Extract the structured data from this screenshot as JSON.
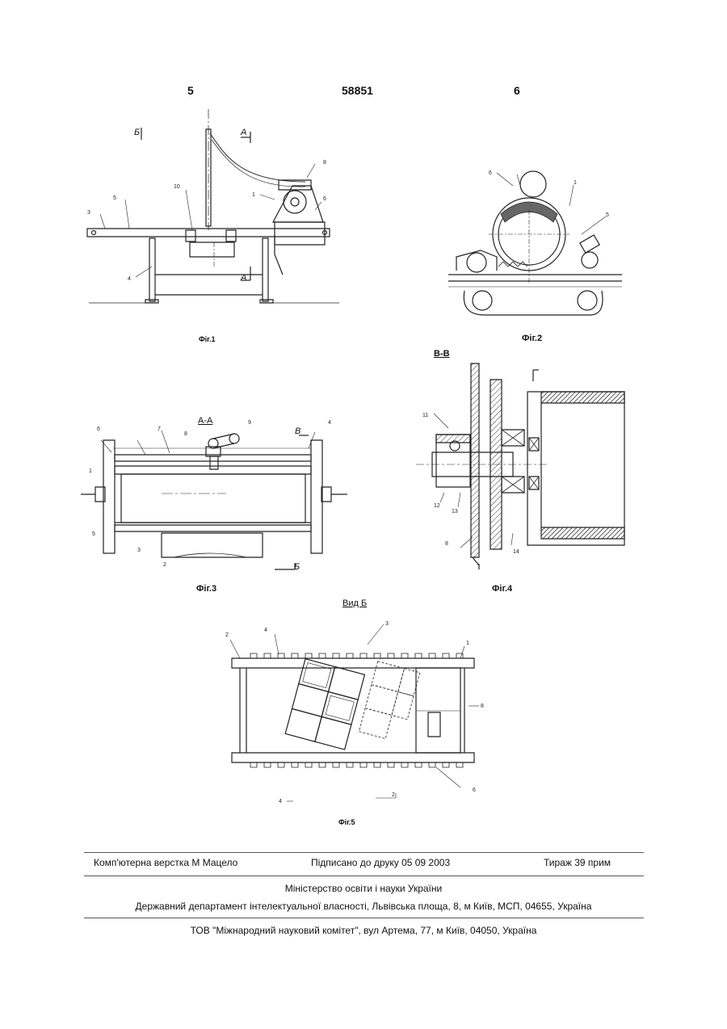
{
  "header": {
    "left_page": "5",
    "patent_number": "58851",
    "right_page": "6"
  },
  "figures": {
    "fig1": {
      "caption": "Фіг.1",
      "view_b_mark": "Б",
      "section_a_top": "А",
      "section_a_bottom": "А",
      "part_labels": [
        "8",
        "10",
        "1",
        "6",
        "5",
        "3",
        "4"
      ]
    },
    "fig2": {
      "caption": "Фіг.2",
      "part_labels": [
        "6",
        "1",
        "5"
      ]
    },
    "fig3": {
      "caption": "Фіг.3",
      "section_title": "А-А",
      "section_mark": "В",
      "view_mark": "Б",
      "part_labels": [
        "6",
        "7",
        "8",
        "9",
        "4",
        "1",
        "5",
        "3",
        "2"
      ]
    },
    "fig4": {
      "caption": "Фіг.4",
      "section_title": "В-В",
      "part_labels": [
        "11",
        "12",
        "13",
        "8",
        "14"
      ]
    },
    "fig5": {
      "caption": "Фіг.5",
      "view_title": "Вид Б",
      "part_labels": [
        "2",
        "4",
        "3",
        "1",
        "8",
        "6",
        "4",
        "2"
      ]
    }
  },
  "footer": {
    "typesetter": "Комп'ютерна верстка М  Мацело",
    "signed": "Підписано до друку 05 09 2003",
    "print_run": "Тираж 39 прим",
    "ministry": "Міністерство освіти і науки України",
    "department": "Державний департамент інтелектуальної власності, Львівська площа, 8, м  Київ, МСП, 04655, Україна",
    "publisher": "ТОВ \"Міжнародний науковий комітет\", вул  Артема, 77, м  Київ, 04050, Україна"
  }
}
